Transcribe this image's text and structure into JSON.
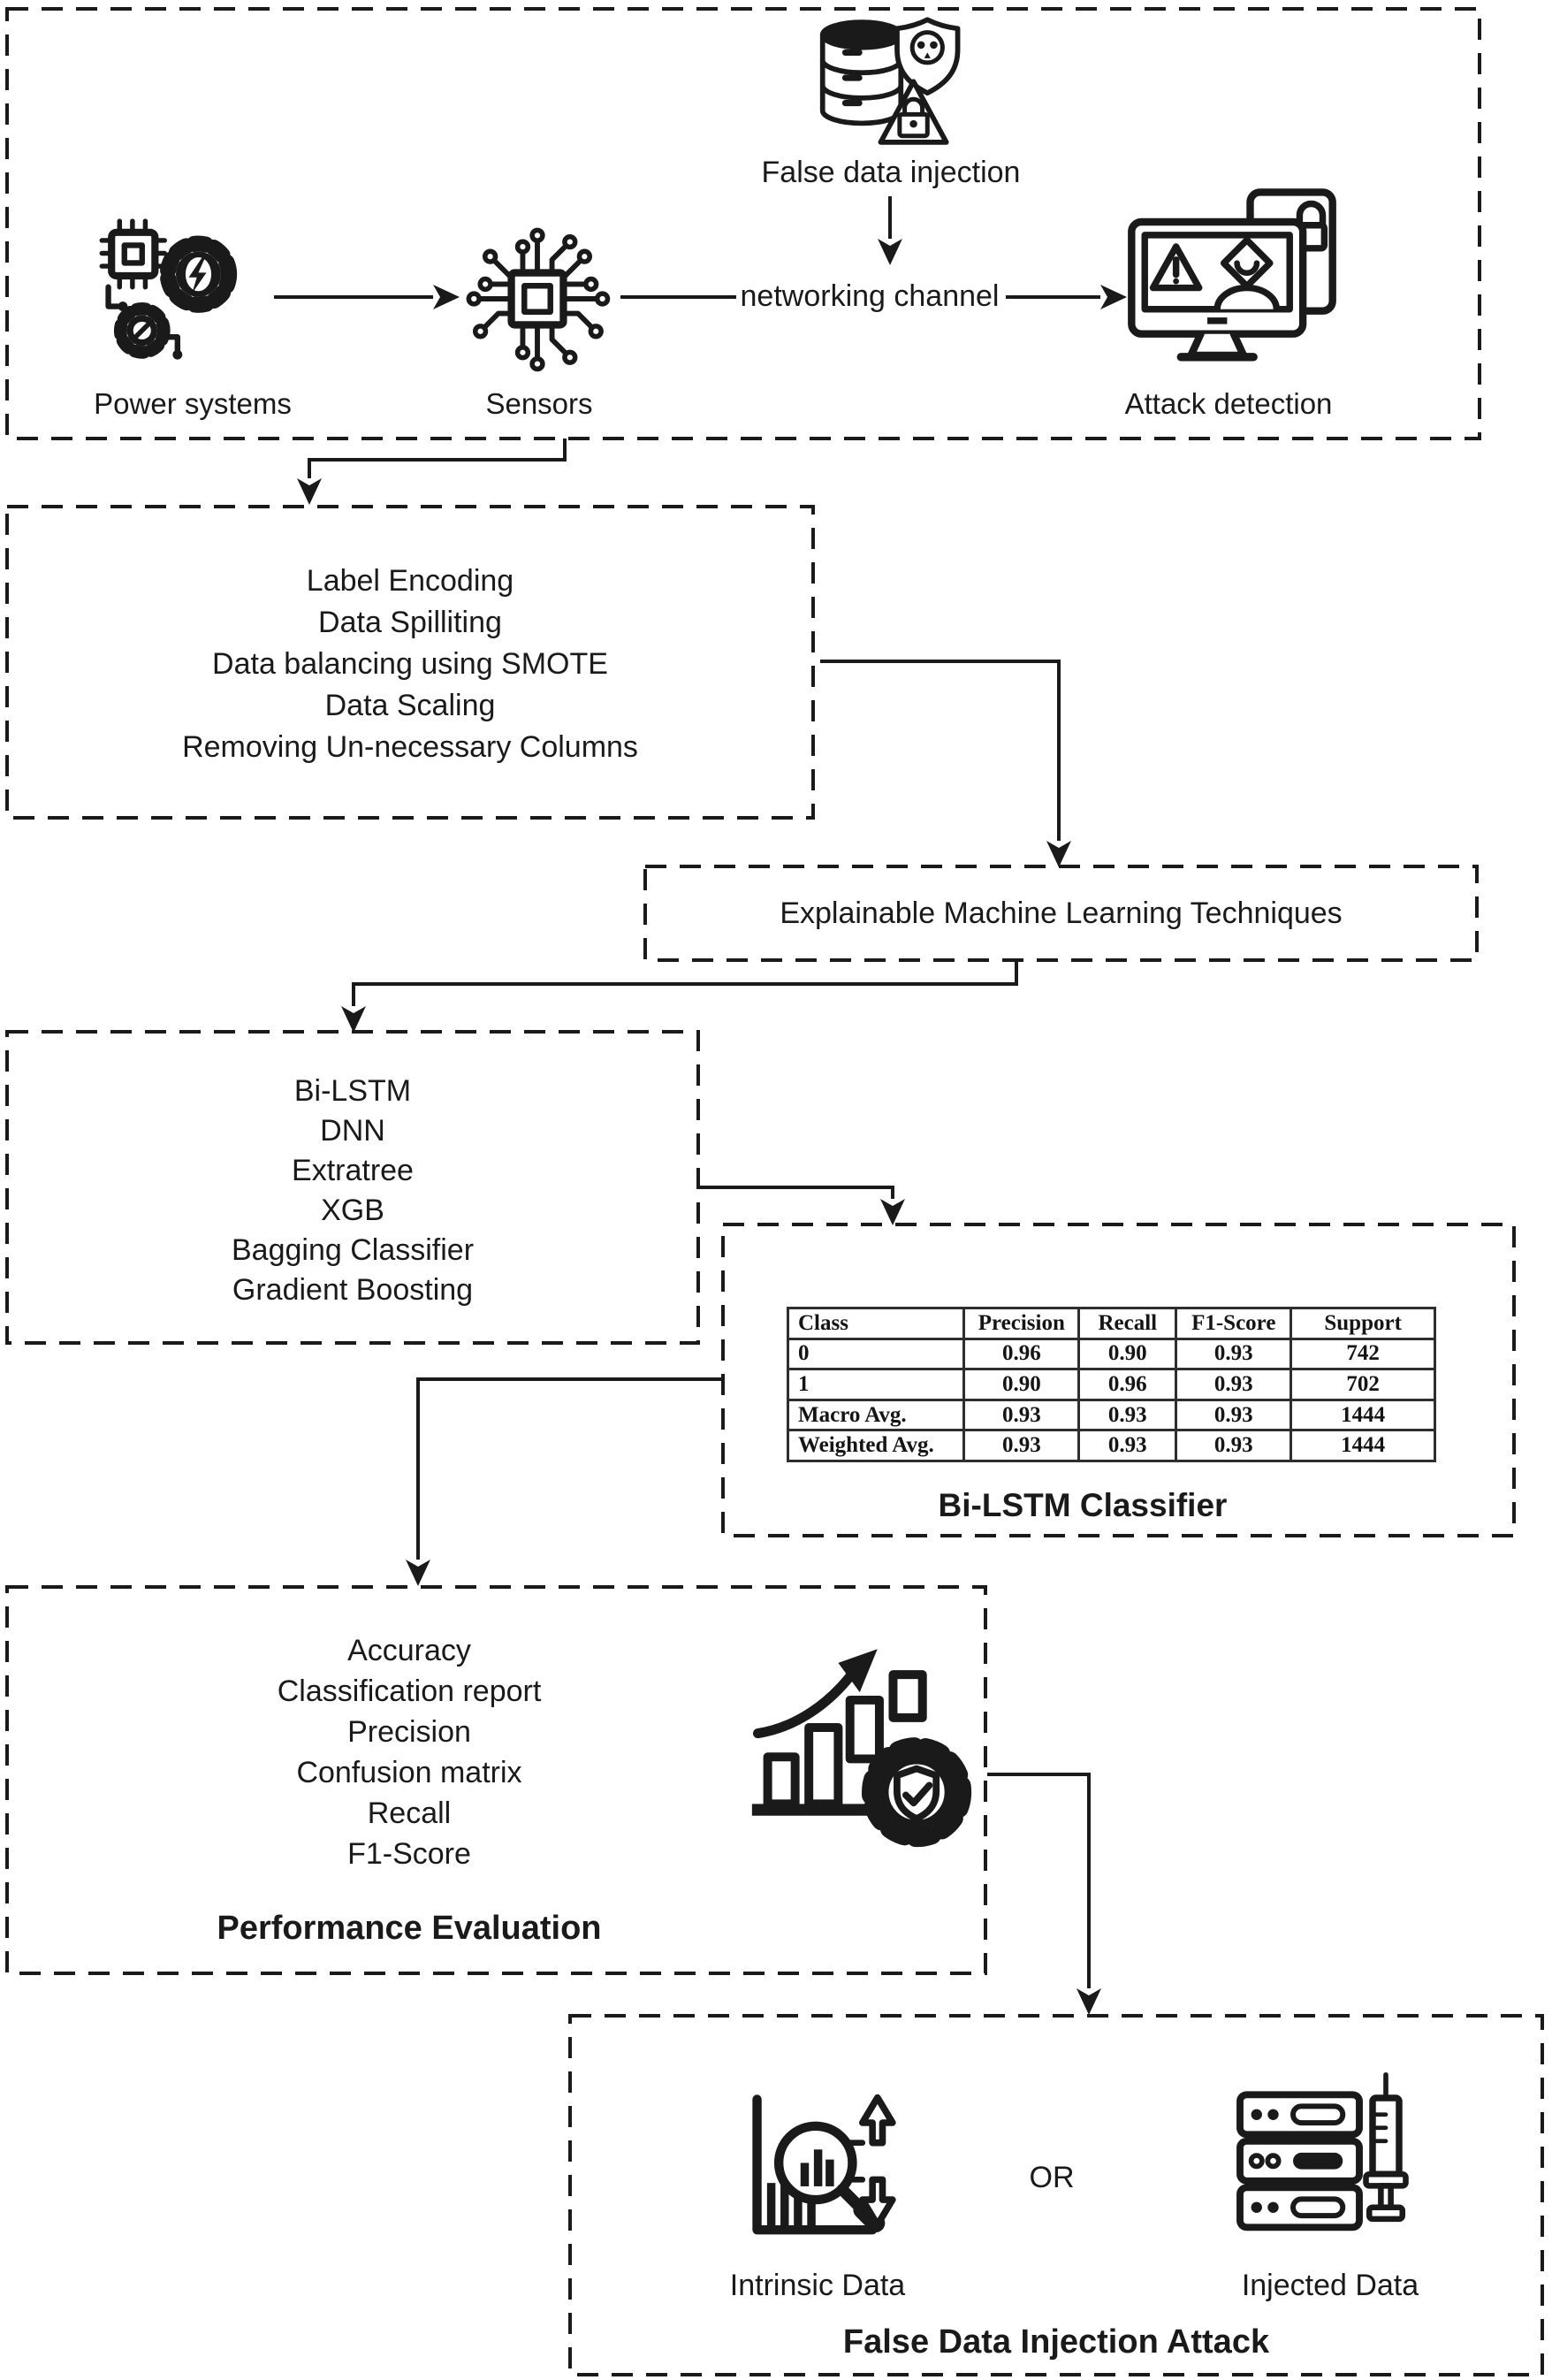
{
  "colors": {
    "ink": "#1a1a1a",
    "background": "#ffffff"
  },
  "icons": {
    "source": "database-skull-shield-icon",
    "power": "power-systems-chip-gears-icon",
    "sensors": "sensor-chip-icon",
    "attack": "attack-detection-monitor-icon",
    "performance": "performance-chart-gear-shield-icon",
    "intrinsic": "intrinsic-data-magnifier-icon",
    "injected": "injected-data-server-syringe-icon"
  },
  "pipeline": {
    "fdi_label": "False data injection",
    "channel_label": "networking channel",
    "nodes": [
      {
        "label": "Power systems"
      },
      {
        "label": "Sensors"
      },
      {
        "label": "Attack detection"
      }
    ]
  },
  "preprocessing": {
    "lines": [
      "Label Encoding",
      "Data Spilliting",
      "Data balancing using SMOTE",
      "Data Scaling",
      "Removing Un-necessary Columns"
    ]
  },
  "explainable": {
    "label": "Explainable Machine Learning Techniques"
  },
  "models": {
    "lines": [
      "Bi-LSTM",
      "DNN",
      "Extratree",
      "XGB",
      "Bagging Classifier",
      "Gradient Boosting"
    ]
  },
  "bilstm": {
    "title": "Bi-LSTM Classifier",
    "table": {
      "headers": [
        "Class",
        "Precision",
        "Recall",
        "F1-Score",
        "Support"
      ],
      "rows": [
        [
          "0",
          "0.96",
          "0.90",
          "0.93",
          "742"
        ],
        [
          "1",
          "0.90",
          "0.96",
          "0.93",
          "702"
        ],
        [
          "Macro Avg.",
          "0.93",
          "0.93",
          "0.93",
          "1444"
        ],
        [
          "Weighted Avg.",
          "0.93",
          "0.93",
          "0.93",
          "1444"
        ]
      ]
    }
  },
  "evaluation": {
    "lines": [
      "Accuracy",
      "Classification report",
      "Precision",
      "Confusion matrix",
      "Recall",
      "F1-Score"
    ],
    "title": "Performance Evaluation"
  },
  "fdia": {
    "left_label": "Intrinsic Data",
    "or_label": "OR",
    "right_label": "Injected Data",
    "title": "False Data Injection Attack"
  }
}
